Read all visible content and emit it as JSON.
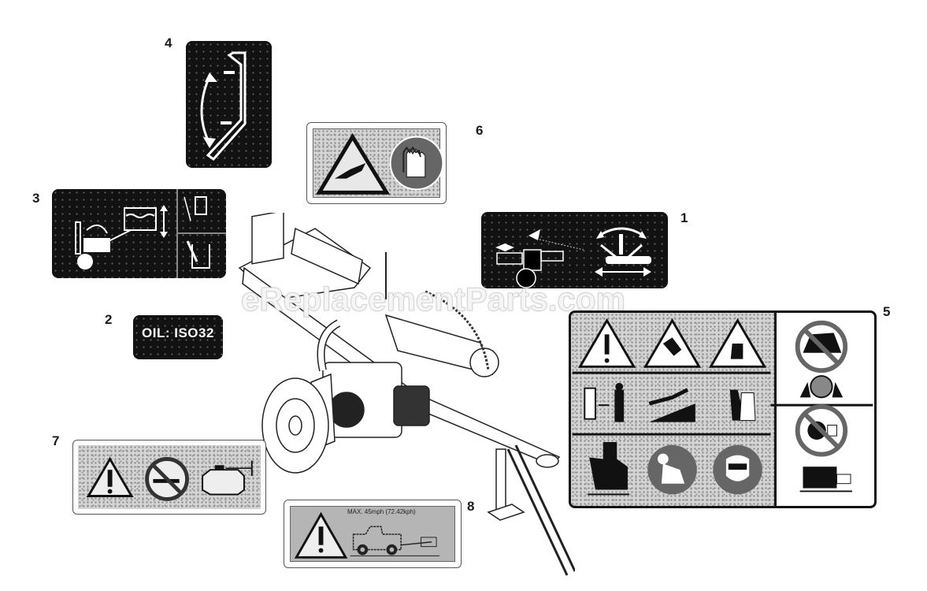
{
  "diagram": {
    "type": "parts-decal-diagram",
    "subject": "log splitter safety decals",
    "watermark": "eReplacementParts.com",
    "callouts": [
      {
        "id": "1",
        "label": "1",
        "desc": "operating lever / control decal"
      },
      {
        "id": "2",
        "label": "2",
        "desc": "oil type decal"
      },
      {
        "id": "3",
        "label": "3",
        "desc": "hydraulic oil level decal"
      },
      {
        "id": "4",
        "label": "4",
        "desc": "beam position decal"
      },
      {
        "id": "5",
        "label": "5",
        "desc": "safety warning decal"
      },
      {
        "id": "6",
        "label": "6",
        "desc": "wear gloves / crush hazard decal"
      },
      {
        "id": "7",
        "label": "7",
        "desc": "fuel / no smoking decal"
      },
      {
        "id": "8",
        "label": "8",
        "desc": "max towing speed decal"
      }
    ],
    "decals": {
      "oil": {
        "text": "OIL: ISO32"
      },
      "towing": {
        "text": "MAX. 45mph (72.42kph)"
      }
    },
    "colors": {
      "decal_dark": "#121212",
      "decal_gray": "#d4d4d4",
      "outline": "#222222",
      "background": "#ffffff"
    }
  }
}
